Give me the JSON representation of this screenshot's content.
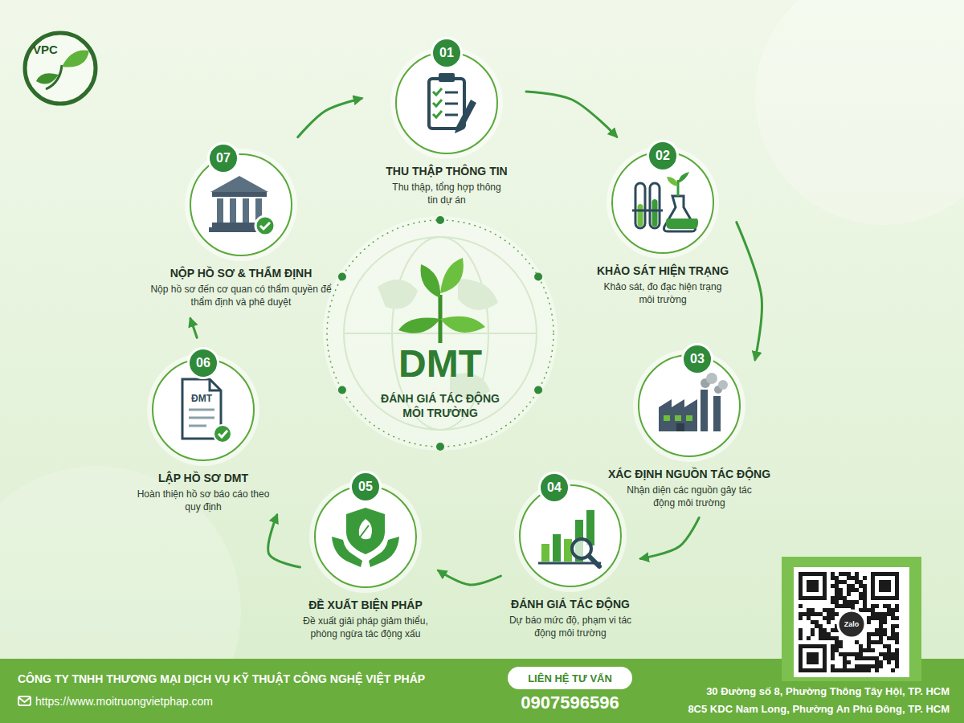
{
  "diagram": {
    "nodes": [
      {
        "text": [
          "VPC"
        ]
      },
      {
        "text": [
          "01",
          "THU THẬP THÔNG TIN",
          "Thu thập, tổng hợp thông tin dự án"
        ]
      },
      {
        "text": [
          "02",
          "KHẢO SÁT HIỆN TRẠNG",
          "Khảo sát, đo đạc hiện trạng môi trường"
        ]
      },
      {
        "text": [
          "03",
          "XÁC ĐỊNH NGUỒN TÁC ĐỘNG",
          "Nhận diện các nguồn gây tác động môi trường"
        ]
      },
      {
        "text": [
          "04",
          "ĐÁNH GIÁ TÁC ĐỘNG",
          "Dự báo mức độ, phạm vi tác động môi trường"
        ]
      },
      {
        "text": [
          "05",
          "ĐỀ XUẤT BIỆN PHÁP",
          "Đề xuất giải pháp giảm thiểu, phòng ngừa tác động xấu"
        ]
      },
      {
        "text": [
          "06",
          "LẬP HỒ SƠ DMT",
          "Hoàn thiện hồ sơ báo cáo theo quy định"
        ]
      },
      {
        "text": [
          "07",
          "NỘP HỒ SƠ & THẨM ĐỊNH",
          "Nộp hồ sơ đến cơ quan có thẩm quyền để thẩm định và phê duyệt"
        ]
      },
      {
        "text": [
          "DMT",
          "ĐÁNH GIÁ TÁC ĐỘNG MÔI TRƯỜNG"
        ]
      },
      {
        "text": [
          "CÔNG TY TNHH THƯƠNG MẠI DỊCH VỤ KỸ THUẬT CÔNG NGHỆ VIỆT PHÁP",
          "https://www.moitruongvietphap.com",
          "0907596596",
          "30 Đường số 8, Phường Thông Tây Hội, TP. HCM",
          "8C5 KDC Nam Long, Phường An Phú Đông, TP. HCM"
        ]
      },
      {
        "text": [
          "LIÊN HỆ TƯ VẤN"
        ],
        "in": 9
      }
    ],
    "edges": [
      {
        "from": 1,
        "to": 2,
        "arrow": "to"
      },
      {
        "from": 2,
        "to": 3,
        "arrow": "to"
      },
      {
        "from": 3,
        "to": 4,
        "arrow": "to"
      },
      {
        "from": 4,
        "to": 5,
        "arrow": "to"
      },
      {
        "from": 5,
        "to": 6,
        "arrow": "to"
      },
      {
        "from": 6,
        "to": 7,
        "arrow": "to"
      },
      {
        "from": 7,
        "to": 1,
        "arrow": "to"
      }
    ],
    "labels": [
      "ĐMT",
      "Zalo"
    ]
  }
}
